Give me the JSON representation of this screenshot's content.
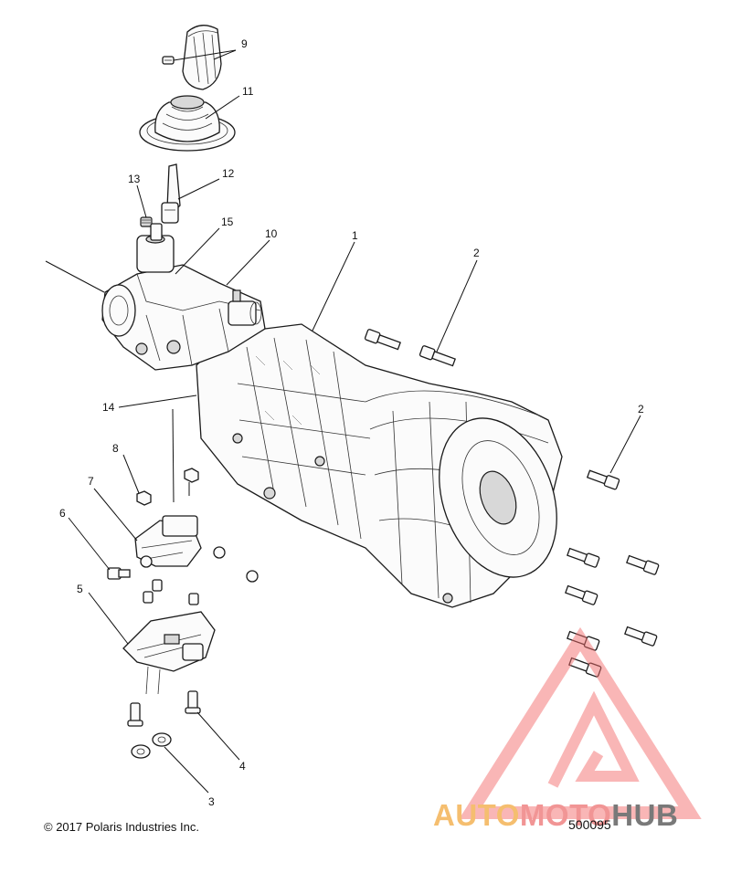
{
  "callouts": [
    {
      "id": "c1",
      "label": "1"
    },
    {
      "id": "c2a",
      "label": "2"
    },
    {
      "id": "c2b",
      "label": "2"
    },
    {
      "id": "c3",
      "label": "3"
    },
    {
      "id": "c4",
      "label": "4"
    },
    {
      "id": "c5",
      "label": "5"
    },
    {
      "id": "c6",
      "label": "6"
    },
    {
      "id": "c7",
      "label": "7"
    },
    {
      "id": "c8",
      "label": "8"
    },
    {
      "id": "c9",
      "label": "9"
    },
    {
      "id": "c10",
      "label": "10"
    },
    {
      "id": "c11",
      "label": "11"
    },
    {
      "id": "c12",
      "label": "12"
    },
    {
      "id": "c13",
      "label": "13"
    },
    {
      "id": "c14",
      "label": "14"
    },
    {
      "id": "c15",
      "label": "15"
    }
  ],
  "footer": {
    "copyright": "© 2017 Polaris Industries Inc.",
    "diagram_number": "500095"
  },
  "watermark": {
    "part1": "AUTO",
    "part2": "MOTO",
    "part3": "HUB",
    "colors": {
      "auto": "#f4b860",
      "moto": "#f08a8a",
      "hub": "#6b6b6b",
      "triangle": "#f26b6b"
    }
  }
}
